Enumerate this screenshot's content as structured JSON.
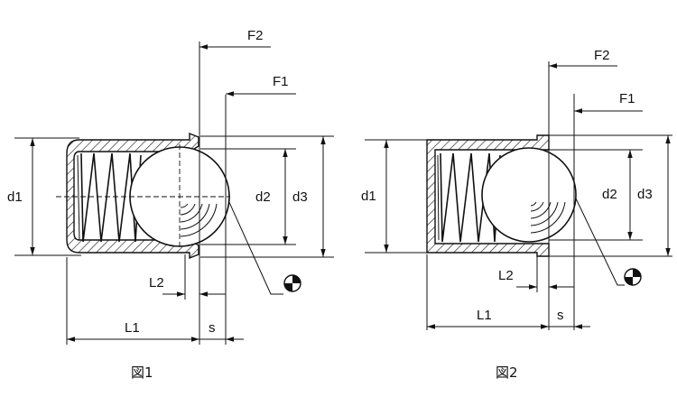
{
  "figure1": {
    "caption": "図1",
    "labels": {
      "F2": "F2",
      "F1": "F1",
      "d1": "d1",
      "d2": "d2",
      "d3": "d3",
      "L1": "L1",
      "L2": "L2",
      "s": "s"
    },
    "icon": "center-of-gravity-symbol"
  },
  "figure2": {
    "caption": "図2",
    "labels": {
      "F2": "F2",
      "F1": "F1",
      "d1": "d1",
      "d2": "d2",
      "d3": "d3",
      "L1": "L1",
      "L2": "L2",
      "s": "s"
    },
    "icon": "center-of-gravity-symbol"
  }
}
